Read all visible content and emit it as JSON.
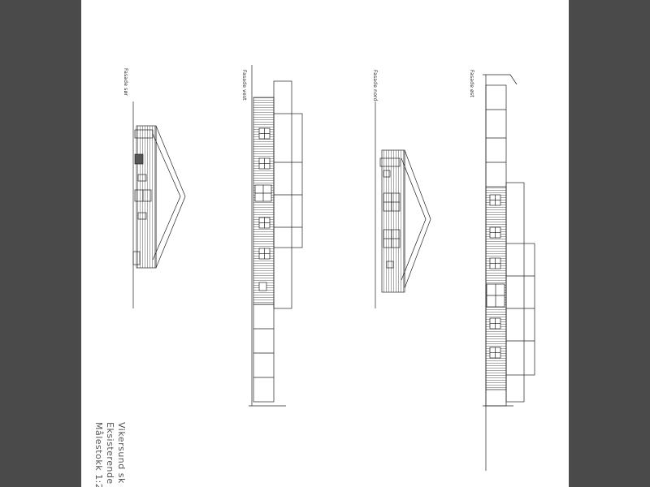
{
  "sheet": {
    "elevations": [
      {
        "id": "sor",
        "label": "Fasade sør"
      },
      {
        "id": "vest",
        "label": "Fasade vest"
      },
      {
        "id": "nord",
        "label": "Fasade nord"
      },
      {
        "id": "ost",
        "label": "Fasade øst"
      }
    ],
    "title_block": {
      "line1": "Vikersund sk",
      "line2": "Eksisterende",
      "line3": "Målestokk 1:2"
    }
  },
  "colors": {
    "frame": "#4a4a4a",
    "paper": "#ffffff",
    "line": "#222222"
  }
}
